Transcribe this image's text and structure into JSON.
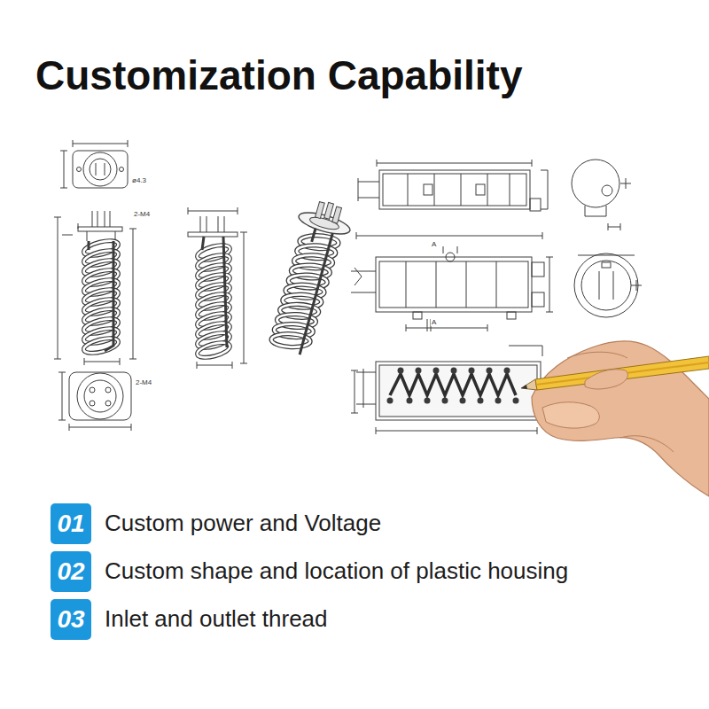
{
  "diagram": {
    "title": "Customization Capability",
    "nodes": [
      {
        "text": [
          "01"
        ]
      },
      {
        "text": [
          "02"
        ]
      },
      {
        "text": [
          "03"
        ]
      }
    ],
    "labels": [
      "Custom power and Voltage",
      "Custom shape and location of plastic housing",
      "Inlet and outlet thread",
      "ø4.3",
      "2-M4",
      "2-M4",
      "A",
      "A"
    ]
  }
}
